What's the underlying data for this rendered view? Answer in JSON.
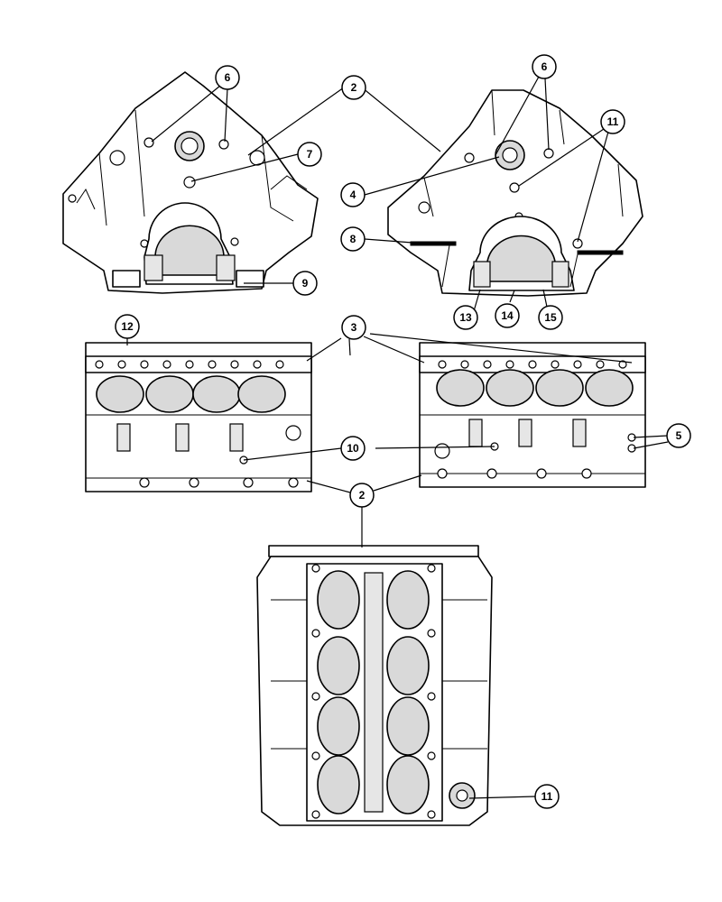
{
  "callouts": {
    "c2a": "2",
    "c6a": "6",
    "c7": "7",
    "c9": "9",
    "c6b": "6",
    "c11a": "11",
    "c4": "4",
    "c8": "8",
    "c13": "13",
    "c14": "14",
    "c15": "15",
    "c12": "12",
    "c3": "3",
    "c10": "10",
    "c5": "5",
    "c2b": "2",
    "c11b": "11"
  }
}
